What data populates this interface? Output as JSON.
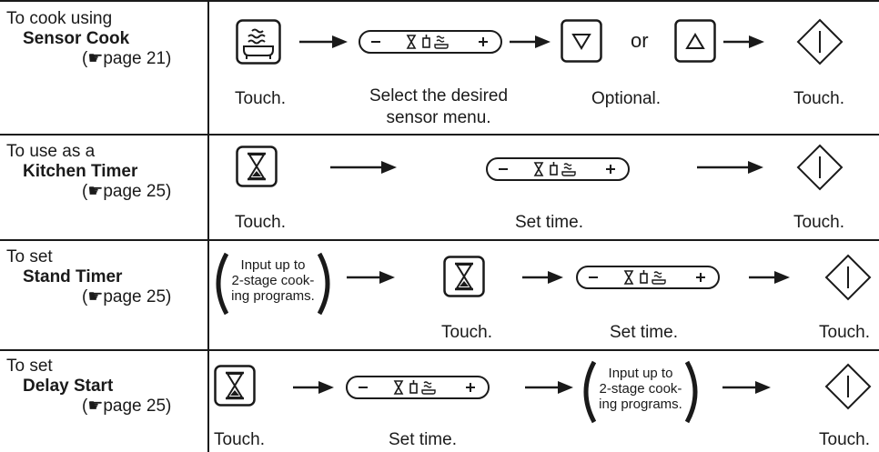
{
  "rows": [
    {
      "label_line1": "To cook using",
      "label_line2": "Sensor Cook",
      "label_ref": "(☛page 21)",
      "captions": {
        "touch1": "Touch.",
        "select_line1": "Select the desired",
        "select_line2": "sensor menu.",
        "optional": "Optional.",
        "touch2": "Touch."
      },
      "or_text": "or"
    },
    {
      "label_line1": "To use as a",
      "label_line2": "Kitchen Timer",
      "label_ref": "(☛page 25)",
      "captions": {
        "touch1": "Touch.",
        "set_time": "Set time.",
        "touch2": "Touch."
      }
    },
    {
      "label_line1": "To set",
      "label_line2": "Stand Timer",
      "label_ref": "(☛page 25)",
      "input_line1": "Input up to",
      "input_line2": "2-stage cook-",
      "input_line3": "ing programs.",
      "captions": {
        "touch1": "Touch.",
        "set_time": "Set time.",
        "touch2": "Touch."
      }
    },
    {
      "label_line1": "To set",
      "label_line2": "Delay Start",
      "label_ref": "(☛page 25)",
      "input_line1": "Input up to",
      "input_line2": "2-stage cook-",
      "input_line3": "ing programs.",
      "captions": {
        "touch1": "Touch.",
        "set_time": "Set time.",
        "touch2": "Touch."
      }
    }
  ],
  "icons": {
    "minus": "−",
    "plus": "+"
  }
}
